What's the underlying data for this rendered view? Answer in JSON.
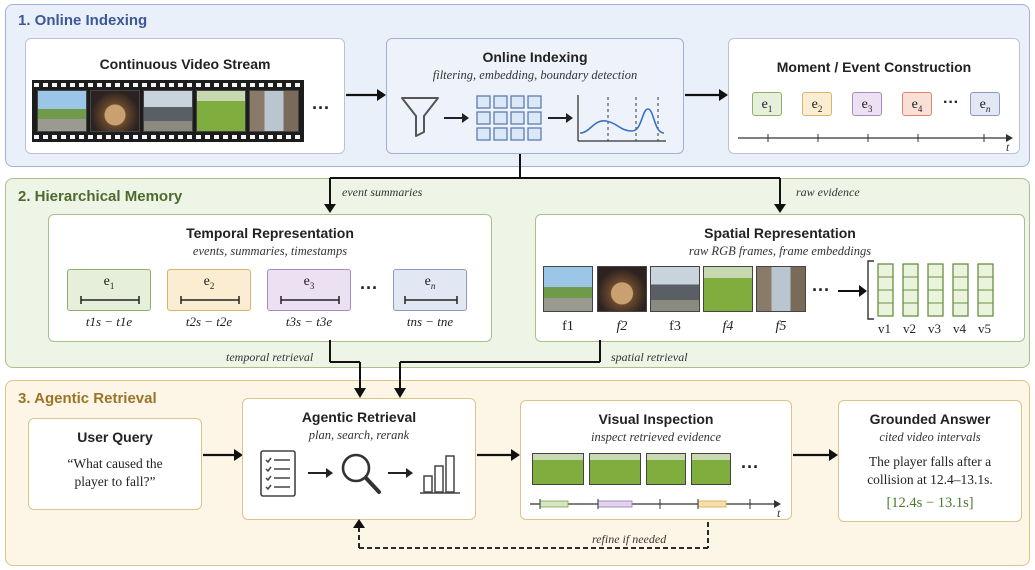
{
  "sections": {
    "s1": {
      "title": "1. Online Indexing"
    },
    "s2": {
      "title": "2. Hierarchical Memory"
    },
    "s3": {
      "title": "3. Agentic Retrieval"
    }
  },
  "stream": {
    "title": "Continuous Video Stream",
    "ellipsis": "···"
  },
  "indexing": {
    "title": "Online Indexing",
    "subtitle": "filtering, embedding, boundary detection"
  },
  "moment": {
    "title": "Moment / Event Construction",
    "events": [
      {
        "base": "e",
        "sub": "1",
        "color": "#e6efd9",
        "border": "#8fb06a"
      },
      {
        "base": "e",
        "sub": "2",
        "color": "#fbedd2",
        "border": "#d9b36a"
      },
      {
        "base": "e",
        "sub": "3",
        "color": "#ece1f2",
        "border": "#a98abd"
      },
      {
        "base": "e",
        "sub": "4",
        "color": "#f9dfd6",
        "border": "#d88a6e"
      },
      {
        "base": "e",
        "sub": "n",
        "color": "#e2e8f3",
        "border": "#8a9bbd"
      }
    ],
    "ellipsis": "···",
    "axis_label": "t"
  },
  "flow_labels": {
    "event_summaries": "event summaries",
    "raw_evidence": "raw evidence",
    "temporal_retrieval": "temporal retrieval",
    "spatial_retrieval": "spatial retrieval",
    "refine": "refine if needed"
  },
  "temporal": {
    "title": "Temporal Representation",
    "subtitle": "events, summaries, timestamps",
    "events": [
      {
        "base": "e",
        "sub": "1",
        "range": "t1s − t1e",
        "color": "#e6efd9",
        "border": "#8fb06a"
      },
      {
        "base": "e",
        "sub": "2",
        "range": "t2s − t2e",
        "color": "#fbedd2",
        "border": "#d9b36a"
      },
      {
        "base": "e",
        "sub": "3",
        "range": "t3s − t3e",
        "color": "#ece1f2",
        "border": "#a98abd"
      },
      {
        "base": "e",
        "sub": "n",
        "range": "tns − tne",
        "color": "#e2e8f3",
        "border": "#8a9bbd"
      }
    ],
    "ellipsis": "···"
  },
  "spatial": {
    "title": "Spatial Representation",
    "subtitle": "raw RGB frames, frame embeddings",
    "frames": [
      "f1",
      "f2",
      "f3",
      "f4",
      "f5"
    ],
    "vectors": [
      "v1",
      "v2",
      "v3",
      "v4",
      "v5"
    ],
    "ellipsis": "···"
  },
  "query": {
    "title": "User Query",
    "text": "“What caused the player to fall?”"
  },
  "agentic": {
    "title": "Agentic Retrieval",
    "subtitle": "plan, search, rerank"
  },
  "inspection": {
    "title": "Visual Inspection",
    "subtitle": "inspect retrieved evidence",
    "ellipsis": "···",
    "axis_label": "t"
  },
  "answer": {
    "title": "Grounded Answer",
    "subtitle": "cited video intervals",
    "text": "The player falls after a collision at 12.4–13.1s.",
    "interval": "[12.4s − 13.1s]"
  },
  "colors": {
    "s1_bg": "#eaf0fa",
    "s1_border": "#9fb3d8",
    "s1_title": "#3b5998",
    "s2_bg": "#eef4e6",
    "s2_border": "#a9c08c",
    "s2_title": "#4e6b2e",
    "s3_bg": "#fdf6e6",
    "s3_border": "#dcc48a",
    "s3_title": "#9a7428",
    "answer_green": "#4a7a2c"
  }
}
